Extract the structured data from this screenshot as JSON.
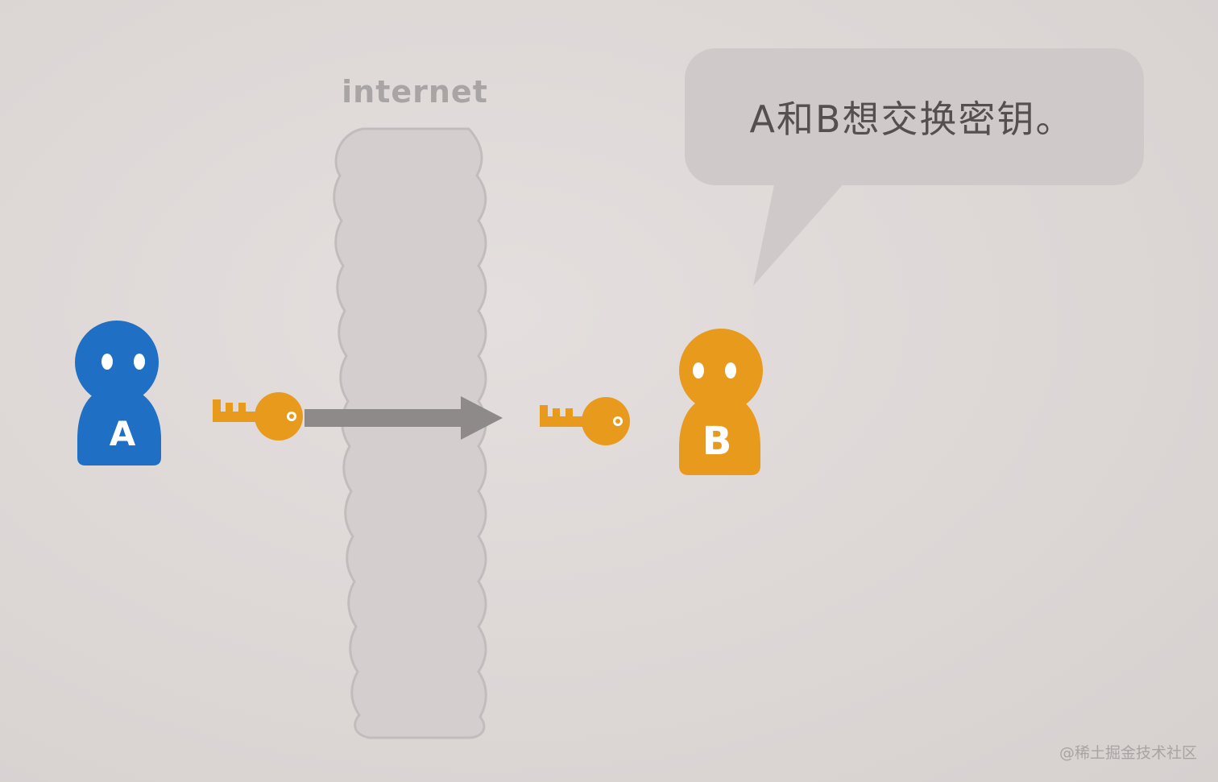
{
  "diagram": {
    "network_label": "internet",
    "speech_bubble_text": "A和B想交换密钥。",
    "person_a_label": "A",
    "person_b_label": "B"
  },
  "watermark": "@稀土掘金技术社区",
  "colors": {
    "person_a": "#1f6fc4",
    "person_b": "#e89a1c",
    "key": "#e89a1c",
    "arrow": "#8e8a8a",
    "internet_cloud": "#d3cecd",
    "bubble": "#cfcac9",
    "background": "#dfd9d8"
  },
  "icons": {
    "person_a": "person-icon",
    "person_b": "person-icon",
    "key_sent": "key-icon",
    "key_received": "key-icon",
    "arrow": "arrow-right-icon"
  }
}
